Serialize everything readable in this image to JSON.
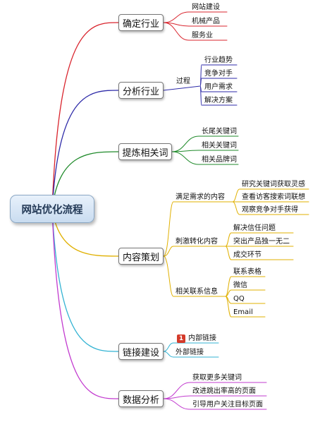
{
  "colors": {
    "industry": "#d9242d",
    "analyze": "#2d2aa8",
    "keywords": "#1f8a2a",
    "content": "#e0b000",
    "links": "#33b3d3",
    "data": "#c23bcf"
  },
  "root": {
    "label": "网站优化流程"
  },
  "branches": [
    {
      "id": "industry",
      "label": "确定行业",
      "children": [
        "网站建设",
        "机械产品",
        "服务业"
      ]
    },
    {
      "id": "analyze",
      "label": "分析行业",
      "mid": "过程",
      "children": [
        "行业趋势",
        "竞争对手",
        "用户需求",
        "解决方案"
      ]
    },
    {
      "id": "keywords",
      "label": "提炼相关词",
      "children": [
        "长尾关键词",
        "相关关键词",
        "相关品牌词"
      ]
    },
    {
      "id": "content",
      "label": "内容策划",
      "groups": [
        {
          "label": "满足需求的内容",
          "children": [
            "研究关键词获取灵感",
            "查看访客搜索词联想",
            "观察竞争对手获得"
          ]
        },
        {
          "label": "刺激转化内容",
          "children": [
            "解决信任问题",
            "突出产品独一无二",
            "成交环节"
          ]
        },
        {
          "label": "相关联系信息",
          "children": [
            "联系表格",
            "微信",
            "QQ",
            "Email"
          ]
        }
      ]
    },
    {
      "id": "links",
      "label": "链接建设",
      "badge": "1",
      "children": [
        "内部链接",
        "外部链接"
      ]
    },
    {
      "id": "data",
      "label": "数据分析",
      "children": [
        "获取更多关键词",
        "改进跳出率高的页面",
        "引导用户关注目标页面"
      ]
    }
  ]
}
